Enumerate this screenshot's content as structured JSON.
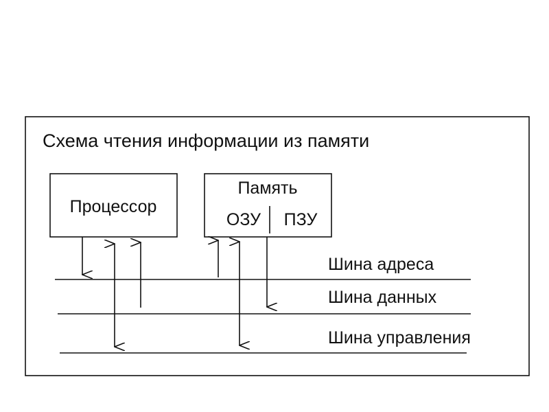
{
  "title": "Схема чтения информации из памяти",
  "processor": {
    "label": "Процессор"
  },
  "memory": {
    "label": "Память",
    "ram": "ОЗУ",
    "rom": "ПЗУ"
  },
  "buses": {
    "address": "Шина адреса",
    "data": "Шина данных",
    "control": "Шина управления"
  },
  "colors": {
    "line": "#111111",
    "background": "#ffffff"
  }
}
